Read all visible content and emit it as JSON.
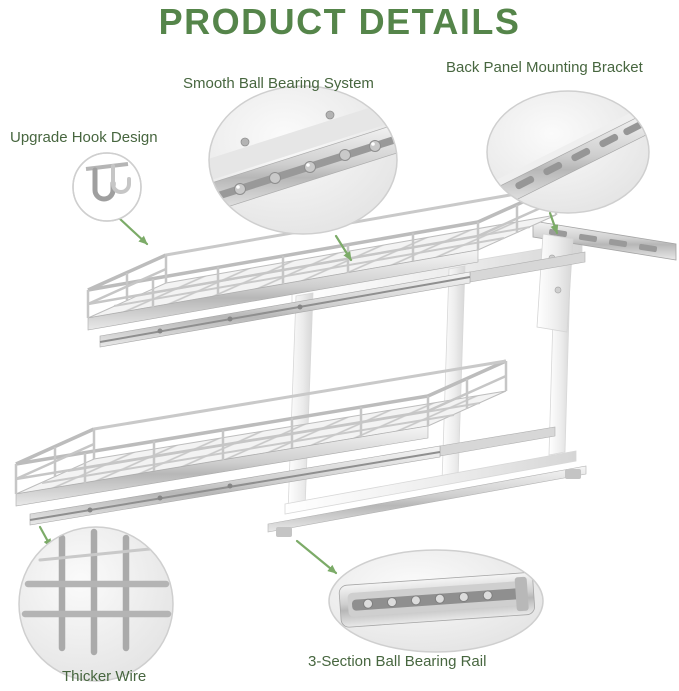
{
  "page": {
    "title": "PRODUCT DETAILS"
  },
  "colors": {
    "title_green": "#55854a",
    "label_green": "#47663f",
    "arrow_green": "#7cab68"
  },
  "callouts": {
    "hook": {
      "label": "Upgrade Hook Design"
    },
    "ball_bearing": {
      "label": "Smooth Ball Bearing System"
    },
    "back_panel": {
      "label": "Back Panel Mounting Bracket"
    },
    "thicker_wire": {
      "label": "Thicker Wire"
    },
    "rail": {
      "label": "3-Section Ball Bearing Rail"
    }
  }
}
